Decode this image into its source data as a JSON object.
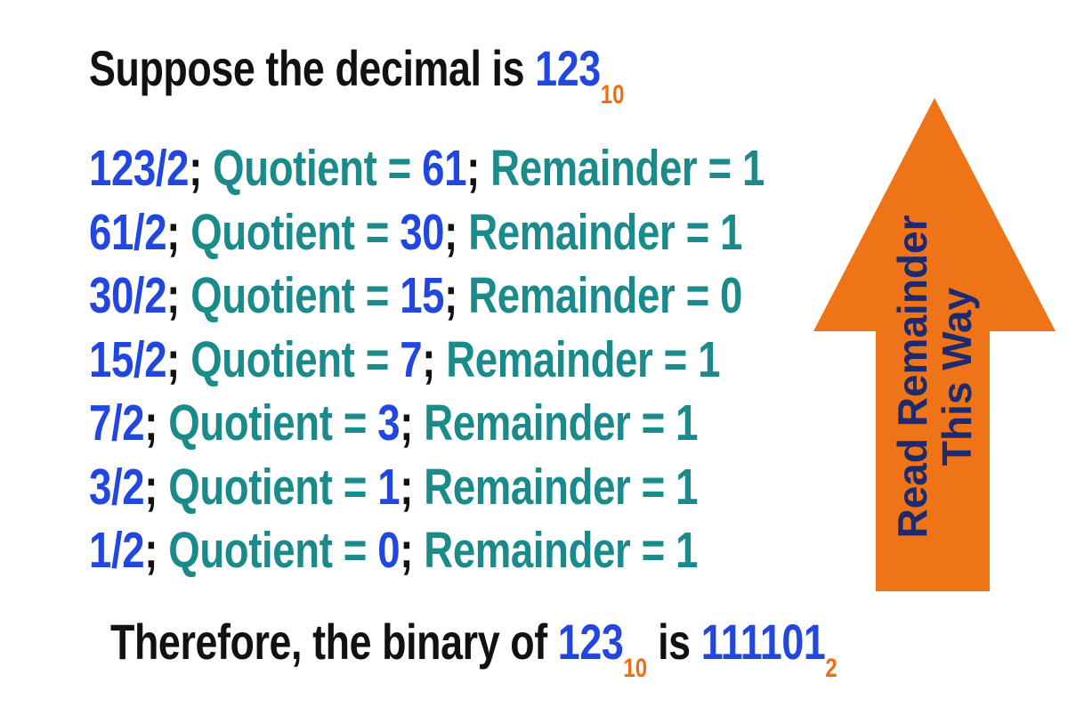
{
  "heading": {
    "prefix": "Suppose the decimal is ",
    "number": "123",
    "base": "10"
  },
  "steps": [
    {
      "division": "123/2",
      "quotient_label": "Quotient = ",
      "quotient": "61",
      "remainder_label": "Remainder = 1"
    },
    {
      "division": "61/2",
      "quotient_label": "Quotient = ",
      "quotient": "30",
      "remainder_label": "Remainder = 1"
    },
    {
      "division": "30/2",
      "quotient_label": "Quotient = ",
      "quotient": "15",
      "remainder_label": "Remainder = 0"
    },
    {
      "division": "15/2",
      "quotient_label": "Quotient = ",
      "quotient": "7",
      "remainder_label": "Remainder = 1"
    },
    {
      "division": "7/2",
      "quotient_label": "Quotient = ",
      "quotient": "3",
      "remainder_label": "Remainder = 1"
    },
    {
      "division": "3/2",
      "quotient_label": "Quotient = ",
      "quotient": "1",
      "remainder_label": "Remainder = 1"
    },
    {
      "division": "1/2",
      "quotient_label": "Quotient = ",
      "quotient": "0",
      "remainder_label": "Remainder = 1"
    }
  ],
  "separator": "; ",
  "arrow": {
    "line1": "Read Remainder",
    "line2": "This Way",
    "color": "#ee7417"
  },
  "conclusion": {
    "prefix": "Therefore, the binary of ",
    "number": "123",
    "base": "10",
    "middle": " is ",
    "binary": "111101",
    "binary_base": "2"
  }
}
